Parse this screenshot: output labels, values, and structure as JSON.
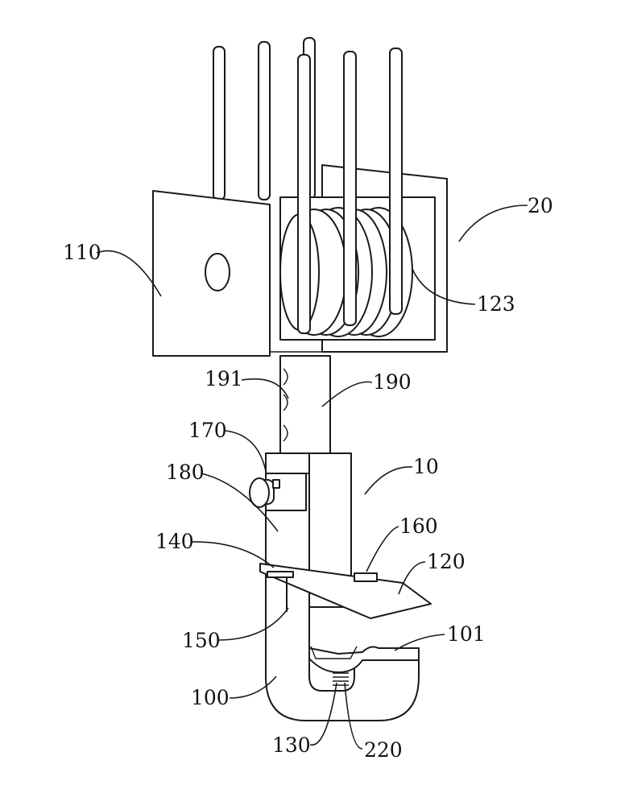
{
  "figure": {
    "line_color": "#1a1a1a",
    "background": "#ffffff",
    "callouts": [
      {
        "id": "c20",
        "label": "20"
      },
      {
        "id": "c110",
        "label": "110"
      },
      {
        "id": "c123",
        "label": "123"
      },
      {
        "id": "c191",
        "label": "191"
      },
      {
        "id": "c190",
        "label": "190"
      },
      {
        "id": "c170",
        "label": "170"
      },
      {
        "id": "c10",
        "label": "10"
      },
      {
        "id": "c180",
        "label": "180"
      },
      {
        "id": "c160",
        "label": "160"
      },
      {
        "id": "c140",
        "label": "140"
      },
      {
        "id": "c120",
        "label": "120"
      },
      {
        "id": "c150",
        "label": "150"
      },
      {
        "id": "c101",
        "label": "101"
      },
      {
        "id": "c100",
        "label": "100"
      },
      {
        "id": "c130",
        "label": "130"
      },
      {
        "id": "c220",
        "label": "220"
      }
    ]
  }
}
